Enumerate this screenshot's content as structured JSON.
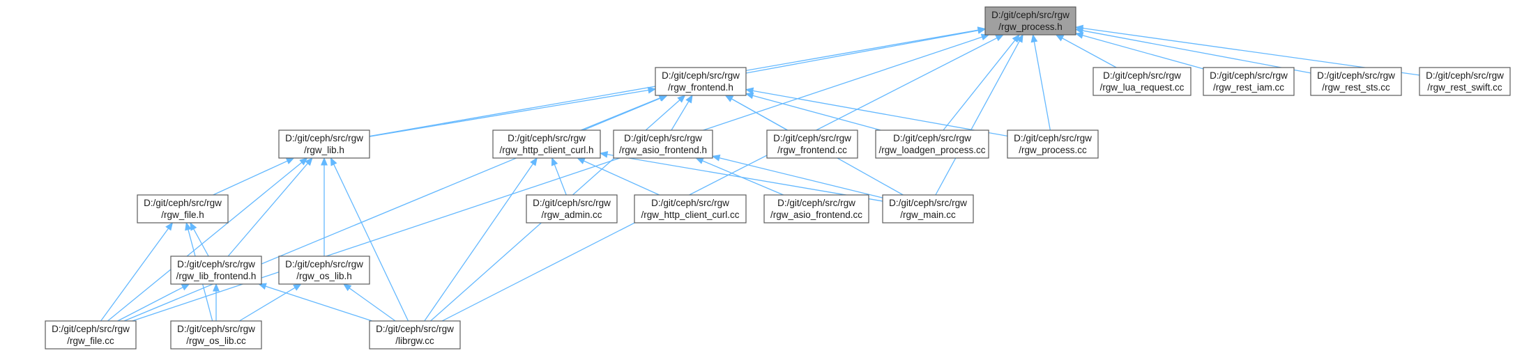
{
  "graph": {
    "nodes": [
      {
        "id": "rgw_process_h",
        "line1": "D:/git/ceph/src/rgw",
        "line2": "/rgw_process.h",
        "root": true
      },
      {
        "id": "rgw_frontend_h",
        "line1": "D:/git/ceph/src/rgw",
        "line2": "/rgw_frontend.h"
      },
      {
        "id": "rgw_lua_request_cc",
        "line1": "D:/git/ceph/src/rgw",
        "line2": "/rgw_lua_request.cc"
      },
      {
        "id": "rgw_rest_iam_cc",
        "line1": "D:/git/ceph/src/rgw",
        "line2": "/rgw_rest_iam.cc"
      },
      {
        "id": "rgw_rest_sts_cc",
        "line1": "D:/git/ceph/src/rgw",
        "line2": "/rgw_rest_sts.cc"
      },
      {
        "id": "rgw_rest_swift_cc",
        "line1": "D:/git/ceph/src/rgw",
        "line2": "/rgw_rest_swift.cc"
      },
      {
        "id": "rgw_lib_h",
        "line1": "D:/git/ceph/src/rgw",
        "line2": "/rgw_lib.h"
      },
      {
        "id": "rgw_http_client_curl_h",
        "line1": "D:/git/ceph/src/rgw",
        "line2": "/rgw_http_client_curl.h"
      },
      {
        "id": "rgw_asio_frontend_h",
        "line1": "D:/git/ceph/src/rgw",
        "line2": "/rgw_asio_frontend.h"
      },
      {
        "id": "rgw_frontend_cc",
        "line1": "D:/git/ceph/src/rgw",
        "line2": "/rgw_frontend.cc"
      },
      {
        "id": "rgw_loadgen_process_cc",
        "line1": "D:/git/ceph/src/rgw",
        "line2": "/rgw_loadgen_process.cc"
      },
      {
        "id": "rgw_process_cc",
        "line1": "D:/git/ceph/src/rgw",
        "line2": "/rgw_process.cc"
      },
      {
        "id": "rgw_file_h",
        "line1": "D:/git/ceph/src/rgw",
        "line2": "/rgw_file.h"
      },
      {
        "id": "rgw_admin_cc",
        "line1": "D:/git/ceph/src/rgw",
        "line2": "/rgw_admin.cc"
      },
      {
        "id": "rgw_http_client_curl_cc",
        "line1": "D:/git/ceph/src/rgw",
        "line2": "/rgw_http_client_curl.cc"
      },
      {
        "id": "rgw_asio_frontend_cc",
        "line1": "D:/git/ceph/src/rgw",
        "line2": "/rgw_asio_frontend.cc"
      },
      {
        "id": "rgw_main_cc",
        "line1": "D:/git/ceph/src/rgw",
        "line2": "/rgw_main.cc"
      },
      {
        "id": "rgw_lib_frontend_h",
        "line1": "D:/git/ceph/src/rgw",
        "line2": "/rgw_lib_frontend.h"
      },
      {
        "id": "rgw_os_lib_h",
        "line1": "D:/git/ceph/src/rgw",
        "line2": "/rgw_os_lib.h"
      },
      {
        "id": "rgw_file_cc",
        "line1": "D:/git/ceph/src/rgw",
        "line2": "/rgw_file.cc"
      },
      {
        "id": "rgw_os_lib_cc",
        "line1": "D:/git/ceph/src/rgw",
        "line2": "/rgw_os_lib.cc"
      },
      {
        "id": "librgw_cc",
        "line1": "D:/git/ceph/src/rgw",
        "line2": "/librgw.cc"
      }
    ],
    "edges": [
      {
        "from": "rgw_process_h",
        "to": "rgw_frontend_h"
      },
      {
        "from": "rgw_process_h",
        "to": "rgw_lua_request_cc"
      },
      {
        "from": "rgw_process_h",
        "to": "rgw_rest_iam_cc"
      },
      {
        "from": "rgw_process_h",
        "to": "rgw_rest_sts_cc"
      },
      {
        "from": "rgw_process_h",
        "to": "rgw_rest_swift_cc"
      },
      {
        "from": "rgw_process_h",
        "to": "rgw_lib_h"
      },
      {
        "from": "rgw_process_h",
        "to": "rgw_loadgen_process_cc"
      },
      {
        "from": "rgw_process_h",
        "to": "rgw_process_cc"
      },
      {
        "from": "rgw_process_h",
        "to": "rgw_main_cc"
      },
      {
        "from": "rgw_process_h",
        "to": "rgw_file_cc"
      },
      {
        "from": "rgw_process_h",
        "to": "librgw_cc"
      },
      {
        "from": "rgw_frontend_h",
        "to": "rgw_lib_h"
      },
      {
        "from": "rgw_frontend_h",
        "to": "rgw_http_client_curl_h"
      },
      {
        "from": "rgw_frontend_h",
        "to": "rgw_asio_frontend_h"
      },
      {
        "from": "rgw_frontend_h",
        "to": "rgw_frontend_cc"
      },
      {
        "from": "rgw_frontend_h",
        "to": "rgw_loadgen_process_cc"
      },
      {
        "from": "rgw_frontend_h",
        "to": "rgw_process_cc"
      },
      {
        "from": "rgw_frontend_h",
        "to": "rgw_main_cc"
      },
      {
        "from": "rgw_frontend_h",
        "to": "rgw_file_cc"
      },
      {
        "from": "rgw_frontend_h",
        "to": "librgw_cc"
      },
      {
        "from": "rgw_lib_h",
        "to": "rgw_file_h"
      },
      {
        "from": "rgw_lib_h",
        "to": "rgw_lib_frontend_h"
      },
      {
        "from": "rgw_lib_h",
        "to": "rgw_os_lib_h"
      },
      {
        "from": "rgw_lib_h",
        "to": "rgw_file_cc"
      },
      {
        "from": "rgw_lib_h",
        "to": "librgw_cc"
      },
      {
        "from": "rgw_http_client_curl_h",
        "to": "rgw_admin_cc"
      },
      {
        "from": "rgw_http_client_curl_h",
        "to": "rgw_http_client_curl_cc"
      },
      {
        "from": "rgw_http_client_curl_h",
        "to": "rgw_main_cc"
      },
      {
        "from": "rgw_http_client_curl_h",
        "to": "librgw_cc"
      },
      {
        "from": "rgw_asio_frontend_h",
        "to": "rgw_asio_frontend_cc"
      },
      {
        "from": "rgw_asio_frontend_h",
        "to": "rgw_main_cc"
      },
      {
        "from": "rgw_file_h",
        "to": "rgw_lib_frontend_h"
      },
      {
        "from": "rgw_file_h",
        "to": "rgw_file_cc"
      },
      {
        "from": "rgw_file_h",
        "to": "rgw_os_lib_cc"
      },
      {
        "from": "rgw_lib_frontend_h",
        "to": "rgw_file_cc"
      },
      {
        "from": "rgw_lib_frontend_h",
        "to": "rgw_os_lib_cc"
      },
      {
        "from": "rgw_lib_frontend_h",
        "to": "librgw_cc"
      },
      {
        "from": "rgw_os_lib_h",
        "to": "rgw_os_lib_cc"
      },
      {
        "from": "rgw_os_lib_h",
        "to": "librgw_cc"
      }
    ]
  },
  "colors": {
    "edge": "#63b8ff",
    "root_fill": "#a0a0a0",
    "node_border": "#5a5a5a",
    "node_fill": "#ffffff"
  }
}
